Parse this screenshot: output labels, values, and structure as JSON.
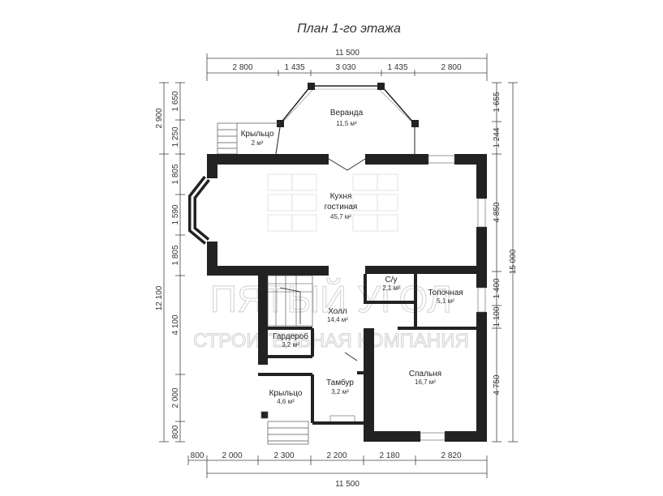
{
  "title": "План 1-го этажа",
  "watermark": {
    "line1": "ПЯТЫЙ УГОЛ",
    "line2": "СТРОИТЕЛЬНАЯ КОМПАНИЯ"
  },
  "rooms": {
    "veranda": {
      "name": "Веранда",
      "area": "11,5 м²"
    },
    "porch_top": {
      "name": "Крыльцо",
      "area": "2 м²"
    },
    "kitchen": {
      "name1": "Кухня",
      "name2": "гостиная",
      "area": "45,7 м²"
    },
    "wc": {
      "name": "С/у",
      "area": "2,1 м²"
    },
    "boiler": {
      "name": "Топочная",
      "area": "5,1 м²"
    },
    "hall": {
      "name": "Холл",
      "area": "14,4 м²"
    },
    "wardrobe": {
      "name": "Гардероб",
      "area": "3,2 м²"
    },
    "bedroom": {
      "name": "Спальня",
      "area": "16,7 м²"
    },
    "vestibule": {
      "name": "Тамбур",
      "area": "3,2 м²"
    },
    "porch_bottom": {
      "name": "Крыльцо",
      "area": "4,6 м²"
    }
  },
  "dims": {
    "top_total": "11 500",
    "top_segments": [
      "2 800",
      "1 435",
      "3 030",
      "1 435",
      "2 800"
    ],
    "bottom_segments": [
      "800",
      "2 000",
      "2 300",
      "2 200",
      "2 180",
      "2 820"
    ],
    "bottom_total": "11 500",
    "left_outer": [
      "2 900",
      "12 100"
    ],
    "left_inner": [
      "1 650",
      "1 250",
      "1 805",
      "1 590",
      "1 805",
      "4 100",
      "2 000",
      "800"
    ],
    "right_inner": [
      "1 655",
      "1 244",
      "4 850",
      "1 400",
      "1 100",
      "4 750"
    ],
    "right_outer": "15 000"
  }
}
